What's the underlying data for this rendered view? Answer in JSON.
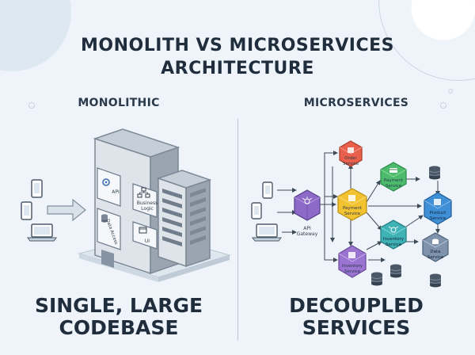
{
  "title_line1": "MONOLITH VS MICROSERVICES",
  "title_line2": "ARCHITECTURE",
  "left": {
    "heading": "MONOLITHIC",
    "caption_line1": "SINGLE, LARGE",
    "caption_line2": "CODEBASE",
    "modules": {
      "api": "API",
      "data_access": "Data Access",
      "business_logic_1": "Business",
      "business_logic_2": "Logic",
      "ui": "UI"
    }
  },
  "right": {
    "heading": "MICROSERVICES",
    "caption_line1": "DECOUPLED",
    "caption_line2": "SERVICES",
    "gateway_1": "API",
    "gateway_2": "Gateway",
    "services": {
      "order_1": "Order",
      "order_2": "Service",
      "payment_center_1": "Payment",
      "payment_center_2": "Service",
      "payment_right_1": "Payment",
      "payment_right_2": "Service",
      "product_1": "Product",
      "product_2": "Service",
      "inventory_center_1": "Inventory",
      "inventory_center_2": "Service",
      "inventory_bottom_1": "Inventory",
      "inventory_bottom_2": "Service",
      "data_1": "Data",
      "data_2": "Service"
    }
  },
  "colors": {
    "order": "#e8604c",
    "payment_center": "#f2c230",
    "payment_right": "#4cbb6c",
    "product": "#3f8fd6",
    "inventory_center": "#3fb2b6",
    "inventory_bottom": "#9a74d0",
    "data": "#7f93ad",
    "gateway": "#8d69c8"
  }
}
